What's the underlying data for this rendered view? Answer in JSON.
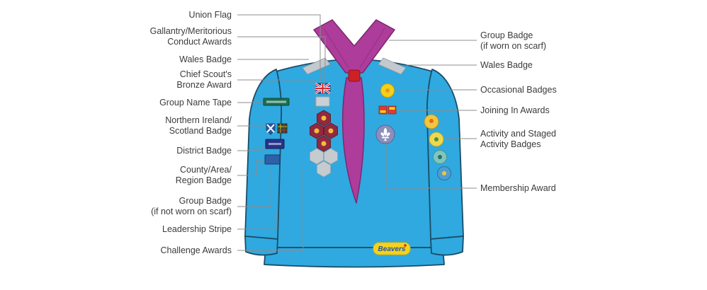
{
  "colors": {
    "jumper": "#2FA9E0",
    "outline": "#1B4C66",
    "scarf": "#AE3C9B",
    "scarf_outline": "#7A2A6C",
    "woggle": "#CE2027",
    "epaulette": "#C3C9CE",
    "leader_line": "#8C8C8C",
    "label_text": "#3B3B3B",
    "logo_bg": "#F7D21A",
    "logo_text": "#2257A5"
  },
  "labels": {
    "left": [
      [
        "Union Flag"
      ],
      [
        "Gallantry/Meritorious",
        "Conduct Awards"
      ],
      [
        "Wales Badge"
      ],
      [
        "Chief Scout's",
        "Bronze Award"
      ],
      [
        "Group Name Tape"
      ],
      [
        "Northern Ireland/",
        "Scotland Badge"
      ],
      [
        "District Badge"
      ],
      [
        "County/Area/",
        "Region Badge"
      ],
      [
        "Group Badge",
        "(if not worn on scarf)"
      ],
      [
        "Leadership Stripe"
      ],
      [
        "Challenge Awards"
      ]
    ],
    "right": [
      [
        "Group Badge",
        "(if worn on scarf)"
      ],
      [
        "Wales Badge"
      ],
      [
        "Occasional Badges"
      ],
      [
        "Joining In Awards"
      ],
      [
        "Activity and Staged",
        "Activity Badges"
      ],
      [
        "Membership Award"
      ]
    ]
  },
  "logo": {
    "text": "Beavers"
  }
}
